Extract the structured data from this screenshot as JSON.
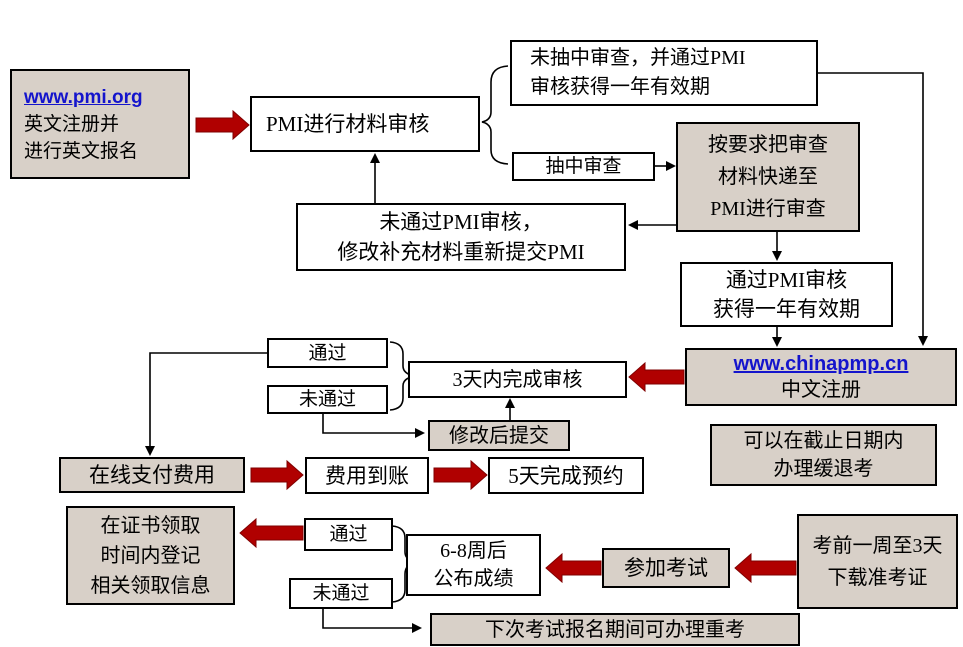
{
  "palette": {
    "box_fill_tan": "#d8d0c8",
    "box_fill_white": "#ffffff",
    "box_border": "#000000",
    "block_arrow_red": "#b00000",
    "block_arrow_outline": "#7f0000",
    "link_blue": "#1414cc",
    "text": "#000000"
  },
  "nodes": {
    "pmi_register": {
      "link": "www.pmi.org",
      "lines": [
        "英文注册并",
        "进行英文报名"
      ]
    },
    "pmi_material_review": {
      "label": "PMI进行材料审核"
    },
    "not_selected_audit": {
      "lines": [
        "未抽中审查，并通过PMI",
        "审核获得一年有效期"
      ]
    },
    "selected_audit": {
      "label": "抽中审查"
    },
    "send_materials": {
      "lines": [
        "按要求把审查",
        "材料快递至",
        "PMI进行审查"
      ]
    },
    "fail_pmi_review": {
      "lines": [
        "未通过PMI审核，",
        "修改补充材料重新提交PMI"
      ]
    },
    "pass_pmi_review": {
      "lines": [
        "通过PMI审核",
        "获得一年有效期"
      ]
    },
    "chinapmp_register": {
      "link": "www.chinapmp.cn",
      "line": "中文注册"
    },
    "defer_exam": {
      "lines": [
        "可以在截止日期内",
        "办理缓退考"
      ]
    },
    "review_in_3_days": {
      "label": "3天内完成审核"
    },
    "pass_mid": {
      "label": "通过"
    },
    "fail_mid": {
      "label": "未通过"
    },
    "resubmit_after_edit": {
      "label": "修改后提交"
    },
    "pay_online": {
      "label": "在线支付费用"
    },
    "fee_received": {
      "label": "费用到账"
    },
    "book_in_5_days": {
      "label": "5天完成预约"
    },
    "cert_pickup_register": {
      "lines": [
        "在证书领取",
        "时间内登记",
        "相关领取信息"
      ]
    },
    "pass_bottom": {
      "label": "通过"
    },
    "fail_bottom": {
      "label": "未通过"
    },
    "results_announce": {
      "lines": [
        "6-8周后",
        "公布成绩"
      ]
    },
    "take_exam": {
      "label": "参加考试"
    },
    "download_admission": {
      "lines": [
        "考前一周至3天",
        "下载准考证"
      ]
    },
    "retake": {
      "label": "下次考试报名期间可办理重考"
    }
  }
}
